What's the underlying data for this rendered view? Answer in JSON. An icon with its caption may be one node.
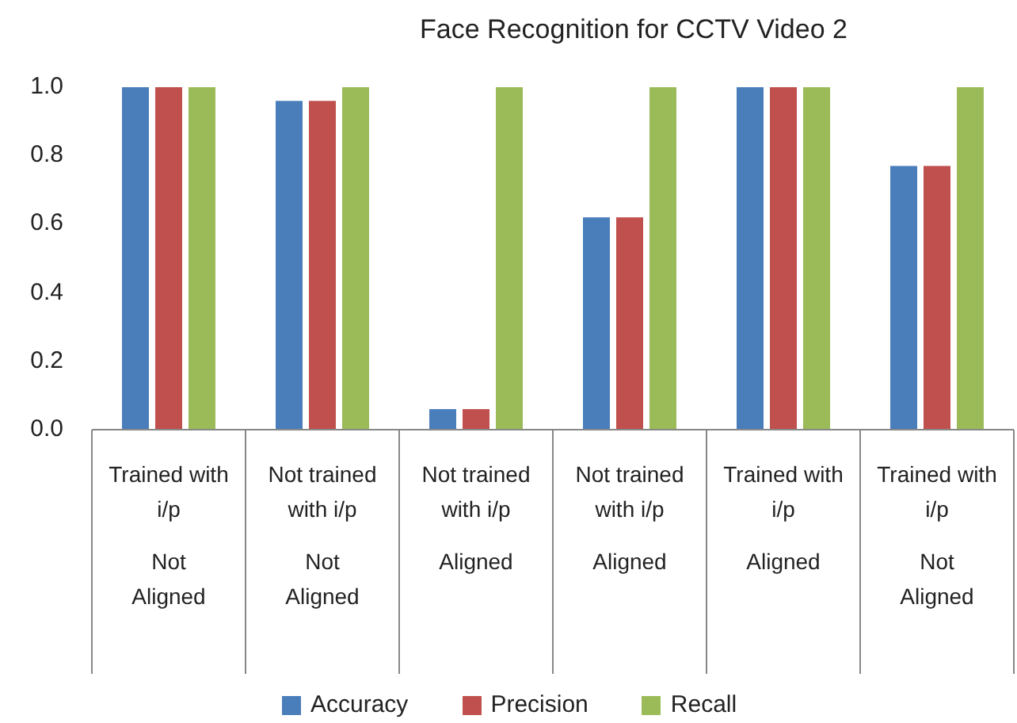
{
  "diagram": {
    "title": "Face Recognition for CCTV Video 2",
    "labels": [
      "Not Aligned",
      "Not Aligned",
      "Aligned",
      "Aligned",
      "Aligned",
      "Not Aligned"
    ],
    "chart_data": {
      "type": "bar",
      "categories": [
        "Trained with i/p",
        "Not trained with i/p",
        "Not trained with i/p",
        "Not trained with i/p",
        "Trained with i/p",
        "Trained with i/p"
      ],
      "series": [
        {
          "name": "Accuracy",
          "color": "#4a7ebb",
          "values": [
            1.0,
            0.96,
            0.06,
            0.62,
            1.0,
            0.77
          ]
        },
        {
          "name": "Precision",
          "color": "#c0504d",
          "values": [
            1.0,
            0.96,
            0.06,
            0.62,
            1.0,
            0.77
          ]
        },
        {
          "name": "Recall",
          "color": "#9bbb59",
          "values": [
            1.0,
            1.0,
            1.0,
            1.0,
            1.0,
            1.0
          ]
        }
      ],
      "legend": "bottom",
      "ylim": [
        0,
        1.0
      ],
      "yticks": [
        {
          "value": 0,
          "label": "0.0"
        },
        {
          "value": 0.2,
          "label": "0.2"
        },
        {
          "value": 0.4,
          "label": "0.4"
        },
        {
          "value": 0.6,
          "label": "0.6"
        },
        {
          "value": 0.8,
          "label": "0.8"
        },
        {
          "value": 1.0,
          "label": "1.0"
        }
      ]
    }
  }
}
